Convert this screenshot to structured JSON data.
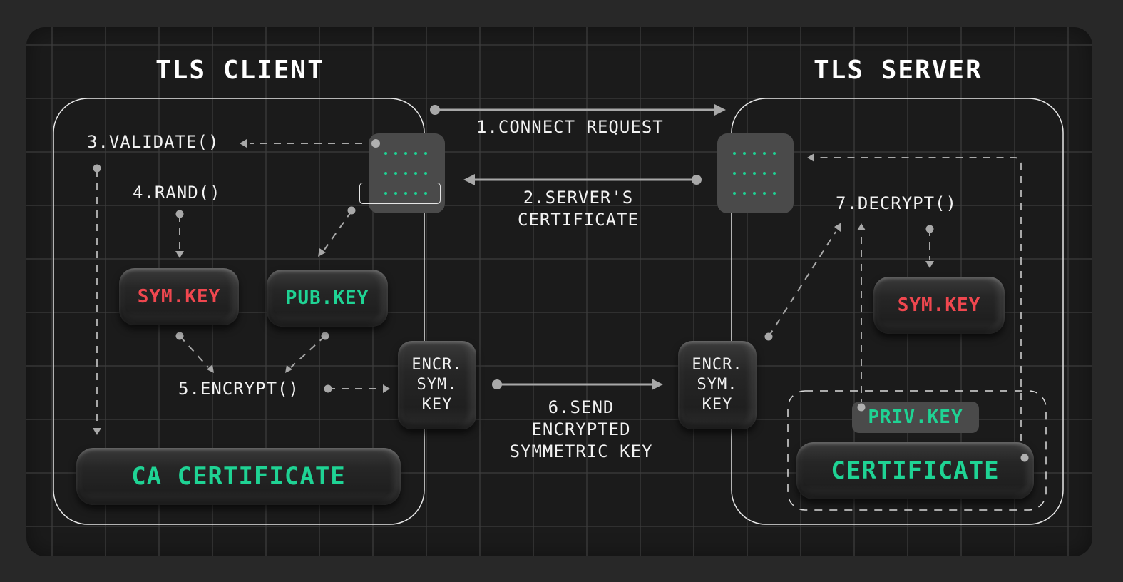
{
  "diagram": {
    "client": {
      "title": "TLS CLIENT"
    },
    "server": {
      "title": "TLS SERVER"
    },
    "steps": {
      "connect": "1.CONNECT REQUEST",
      "server_cert_line1": "2.SERVER'S",
      "server_cert_line2": "CERTIFICATE",
      "validate": "3.VALIDATE()",
      "rand": "4.RAND()",
      "encrypt": "5.ENCRYPT()",
      "send_line1": "6.SEND",
      "send_line2": "ENCRYPTED",
      "send_line3": "SYMMETRIC KEY",
      "decrypt": "7.DECRYPT()"
    },
    "nodes": {
      "client_sym_key": "SYM.KEY",
      "client_pub_key": "PUB.KEY",
      "client_encr_line1": "ENCR.",
      "client_encr_line2": "SYM.",
      "client_encr_line3": "KEY",
      "ca_certificate": "CA CERTIFICATE",
      "server_encr_line1": "ENCR.",
      "server_encr_line2": "SYM.",
      "server_encr_line3": "KEY",
      "server_sym_key": "SYM.KEY",
      "priv_key": "PRIV.KEY",
      "certificate": "CERTIFICATE"
    },
    "colors": {
      "background": "#282828",
      "board": "#1b1b1b",
      "symmetric_key": "#f0474f",
      "public_private": "#1fd394",
      "arrows": "#a8a8a8",
      "text": "#f2f2f2"
    }
  }
}
